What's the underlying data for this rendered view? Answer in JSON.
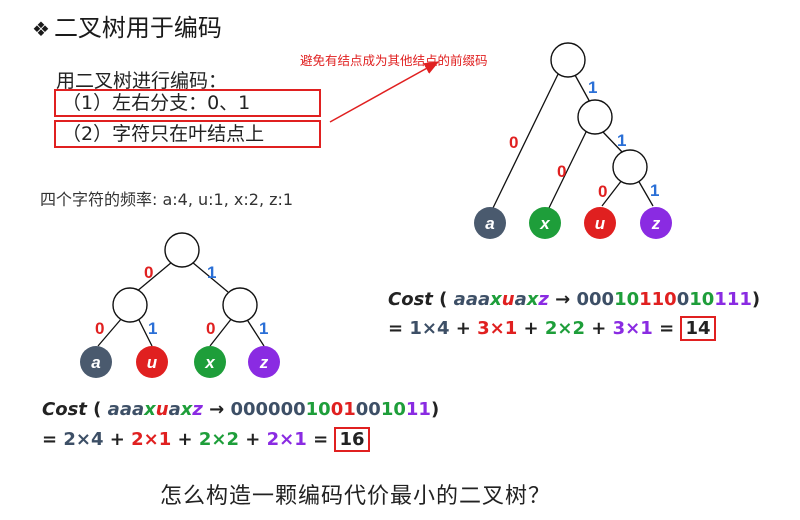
{
  "title": "二叉树用于编码",
  "intro": "用二叉树进行编码：",
  "rule1": "（1）左右分支：0、1",
  "rule2": "（2）字符只在叶结点上",
  "frequency": "四个字符的频率: a:4, u:1, x:2, z:1",
  "annotation": "避免有结点成为其他结点的前缀码",
  "question": "怎么构造一颗编码代价最小的二叉树？",
  "colors": {
    "a": "#4a5a6e",
    "u": "#e02020",
    "x": "#1e9e3a",
    "z": "#8a2be2",
    "highlight": "#e02020"
  },
  "tree1": {
    "edge_labels": [
      "0",
      "1",
      "0",
      "1",
      "0",
      "1"
    ],
    "leaves": [
      "a",
      "x",
      "u",
      "z"
    ],
    "cost_label": "Cost",
    "sequence": "aaaxuaxz",
    "code_segments": [
      {
        "text": "000",
        "class": "c-a"
      },
      {
        "text": "10",
        "class": "c-x"
      },
      {
        "text": "110",
        "class": "c-u"
      },
      {
        "text": "0",
        "class": "c-a"
      },
      {
        "text": "10",
        "class": "c-x"
      },
      {
        "text": "111",
        "class": "c-z"
      }
    ],
    "equation": "= 1×4 + 3×1 + 2×2 + 3×1 =",
    "result": "14"
  },
  "tree2": {
    "edge_labels": [
      "0",
      "1",
      "0",
      "1",
      "0",
      "1"
    ],
    "leaves": [
      "a",
      "u",
      "x",
      "z"
    ],
    "cost_label": "Cost",
    "sequence": "aaaxuaxz",
    "code_segments": [
      {
        "text": "000000",
        "class": "c-a"
      },
      {
        "text": "10",
        "class": "c-x"
      },
      {
        "text": "01",
        "class": "c-u"
      },
      {
        "text": "00",
        "class": "c-a"
      },
      {
        "text": "10",
        "class": "c-x"
      },
      {
        "text": "11",
        "class": "c-z"
      }
    ],
    "equation": "= 2×4 + 2×1 + 2×2 + 2×1 =",
    "result": "16"
  }
}
